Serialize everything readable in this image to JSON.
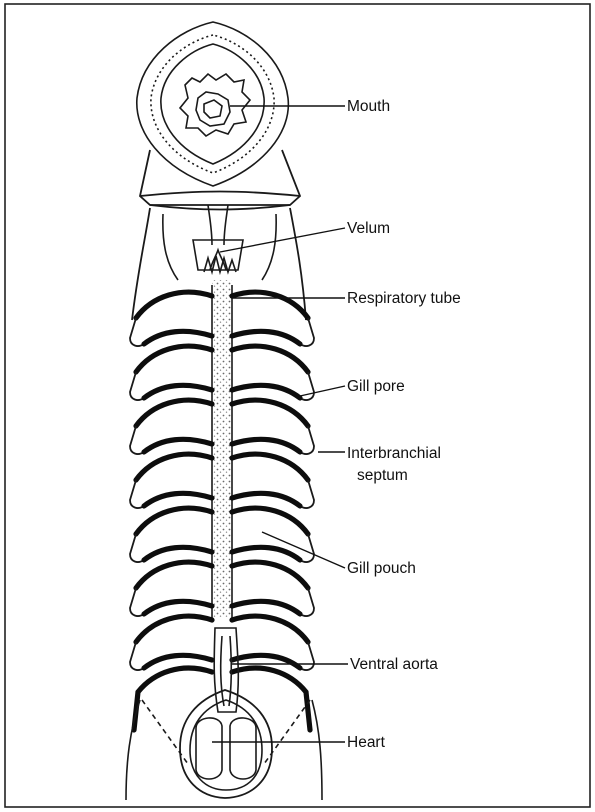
{
  "labels": {
    "mouth": "Mouth",
    "velum": "Velum",
    "respiratory_tube": "Respiratory tube",
    "gill_pore": "Gill pore",
    "interbranchial_septum_line1": "Interbranchial",
    "interbranchial_septum_line2": "septum",
    "gill_pouch": "Gill pouch",
    "ventral_aorta": "Ventral aorta",
    "heart": "Heart"
  },
  "colors": {
    "ink": "#111111",
    "paper": "#ffffff",
    "stipple": "#6a6a6a"
  }
}
